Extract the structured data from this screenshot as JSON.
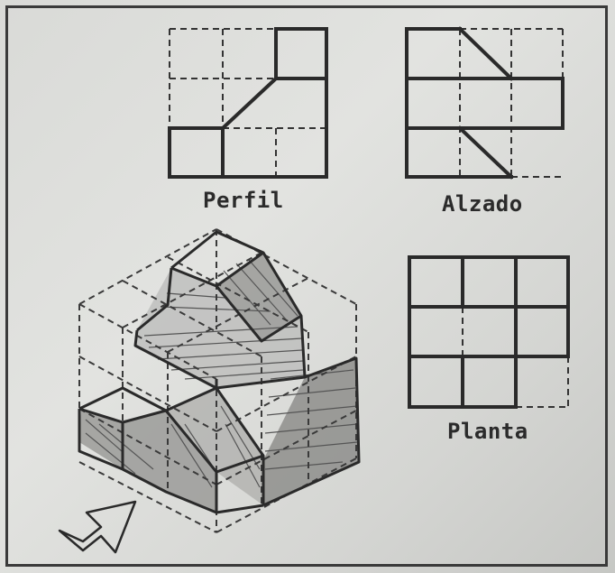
{
  "views": {
    "perfil": {
      "label": "Perfil"
    },
    "alzado": {
      "label": "Alzado"
    },
    "planta": {
      "label": "Planta"
    }
  },
  "colors": {
    "paper": "#dcddda",
    "ink": "#2a2a2a",
    "shade_dark": "#8e8e8e",
    "shade_light": "#b8b8b6"
  },
  "icons": {
    "direction_arrow": "arrow-up-right-icon"
  }
}
